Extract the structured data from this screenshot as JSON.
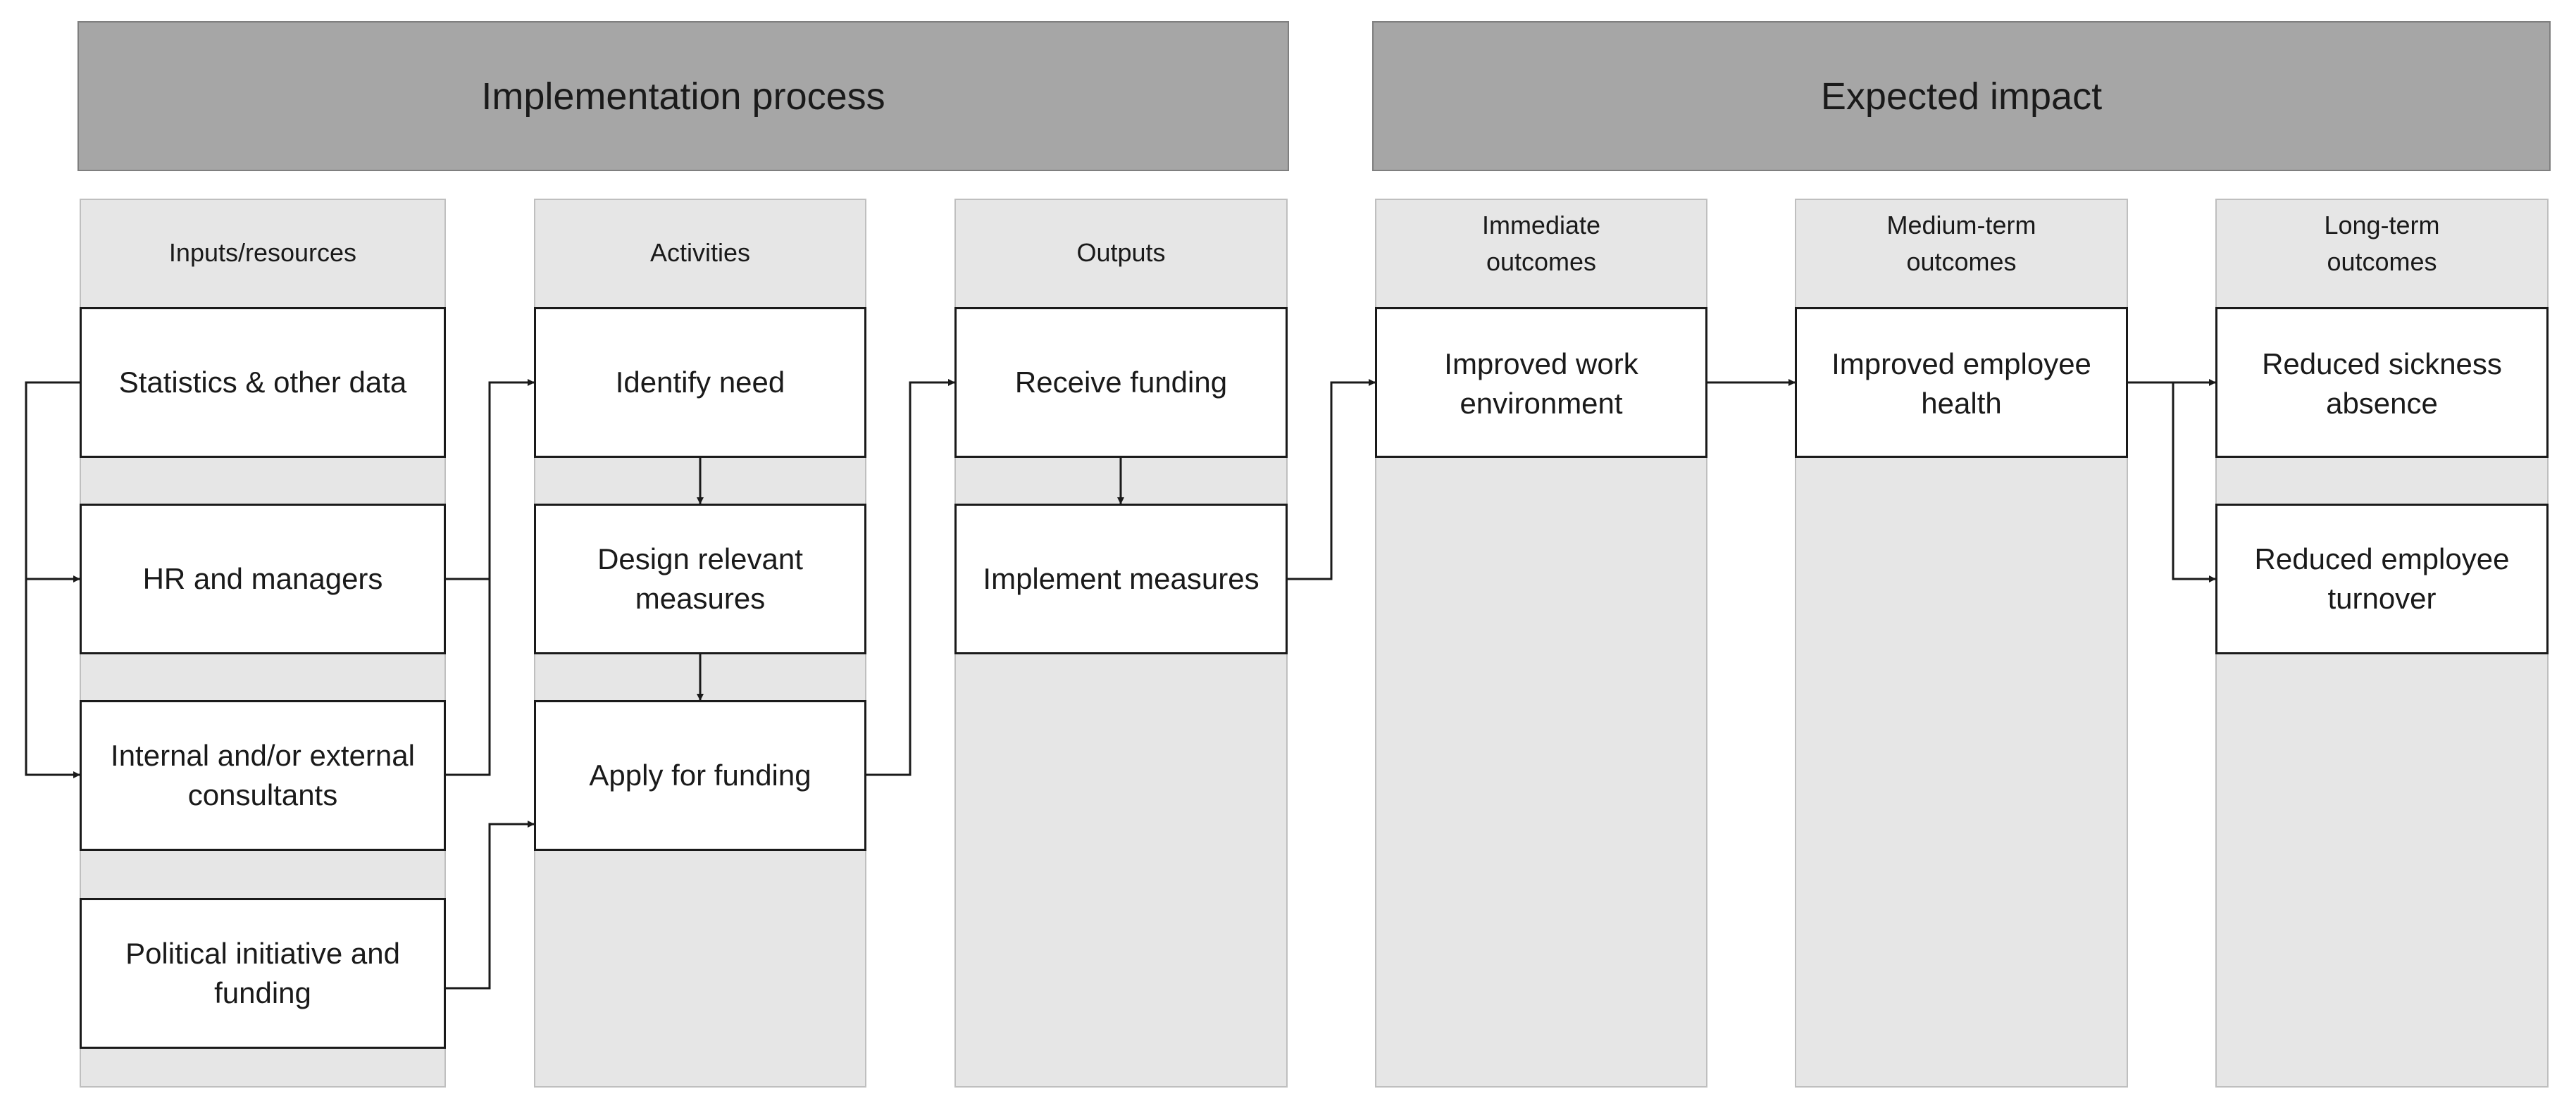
{
  "banners": {
    "implementation": "Implementation process",
    "impact": "Expected impact"
  },
  "columns": {
    "inputs": "Inputs/resources",
    "activities": "Activities",
    "outputs": "Outputs",
    "immediate": "Immediate\noutcomes",
    "medium": "Medium-term\noutcomes",
    "long": "Long-term\noutcomes"
  },
  "boxes": {
    "statistics": "Statistics & other data",
    "hr": "HR and managers",
    "consultants": "Internal and/or external consultants",
    "political": "Political initiative and funding",
    "identify": "Identify need",
    "design": "Design relevant measures",
    "apply": "Apply for funding",
    "receive": "Receive funding",
    "implement": "Implement measures",
    "work_env": "Improved work environment",
    "emp_health": "Improved employee health",
    "sickness": "Reduced sickness absence",
    "turnover": "Reduced employee turnover"
  }
}
